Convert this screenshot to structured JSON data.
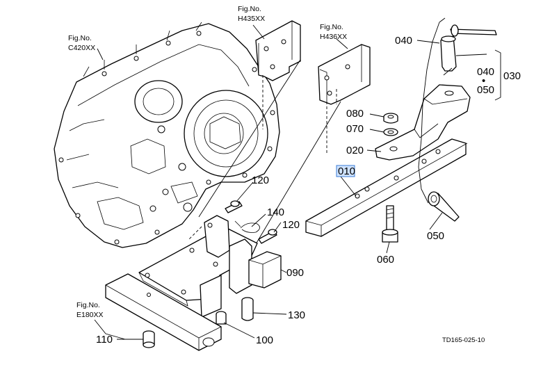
{
  "figure_refs": {
    "c420": {
      "title": "Fig.No.",
      "code": "C420XX"
    },
    "h435": {
      "title": "Fig.No.",
      "code": "H435XX"
    },
    "h436": {
      "title": "Fig.No.",
      "code": "H436XX"
    },
    "e180": {
      "title": "Fig.No.",
      "code": "E180XX"
    }
  },
  "callouts": {
    "p010": "010",
    "p020": "020",
    "p030": "030",
    "p040_top": "040",
    "p040_group": "040",
    "p050_group": "050",
    "p050_bottom": "050",
    "p060": "060",
    "p070": "070",
    "p080": "080",
    "p090": "090",
    "p100": "100",
    "p110": "110",
    "p120_top": "120",
    "p120_mid": "120",
    "p130": "130",
    "p140": "140",
    "group_dot": "•"
  },
  "selected_callout": "010",
  "drawing_id": "TD165-025-10",
  "colors": {
    "selection_fill": "#cfe3ff",
    "selection_border": "#3a7bd5",
    "line": "#000000"
  }
}
